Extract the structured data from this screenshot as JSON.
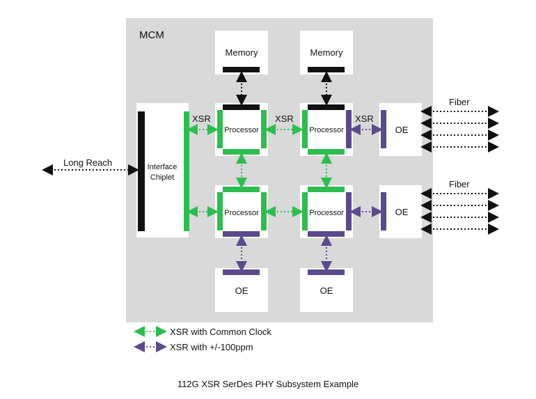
{
  "diagram": {
    "mcm_label": "MCM",
    "memory_label": "Memory",
    "processor_label": "Processor",
    "oe_label": "OE",
    "interface_label_line1": "Interface",
    "interface_label_line2": "Chiplet",
    "xsr_label": "XSR",
    "fiber_label": "Fiber",
    "long_reach_label": "Long Reach"
  },
  "legend": {
    "common_clock": "XSR with Common Clock",
    "ppm": "XSR with +/-100ppm"
  },
  "caption": "112G XSR SerDes PHY Subsystem Example",
  "colors": {
    "mcm_bg": "#d9d9d9",
    "green": "#2dbd4e",
    "purple": "#5b4a8c",
    "black": "#111111"
  }
}
